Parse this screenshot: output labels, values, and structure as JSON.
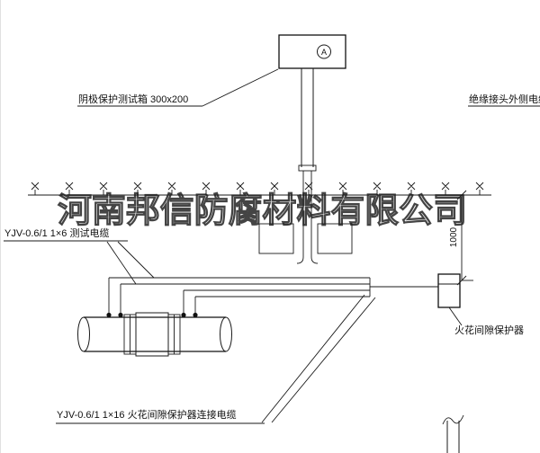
{
  "drawing": {
    "watermark": "河南邦信防腐材料有限公司",
    "labels": {
      "test_box": "阴极保护测试箱 300x200",
      "insulated_joint_outer_cable": "绝缘接头外侧电缆",
      "test_cable": "YJV-0.6/1 1×6  测试电缆",
      "spark_gap_protector": "火花间隙保护器",
      "spark_gap_connection_cable": "YJV-0.6/1 1×16  火花间隙保护器连接电缆",
      "dimension": "1000",
      "meter": "A"
    },
    "colors": {
      "line": "#1a1a1a",
      "background": "#ffffff"
    }
  }
}
